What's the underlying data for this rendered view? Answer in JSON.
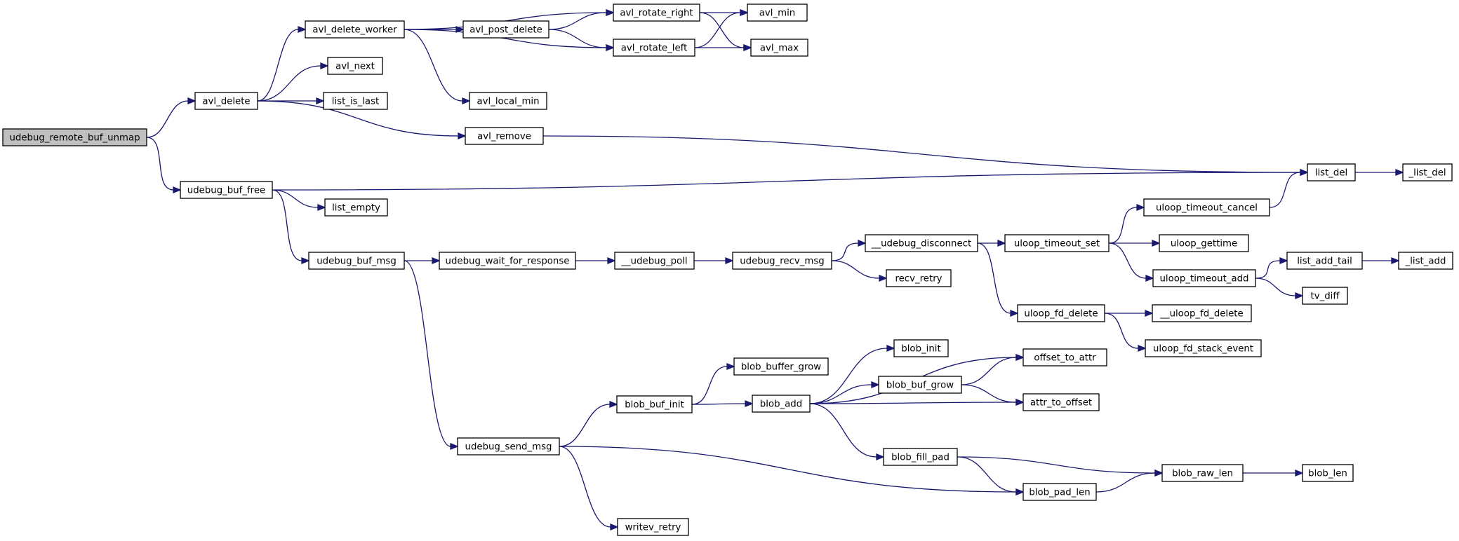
{
  "graph": {
    "root": "udebug_remote_buf_unmap",
    "colors": {
      "edge": "#191970",
      "root_fill": "#bfbfbf",
      "node_fill": "#ffffff",
      "node_stroke": "#000000"
    },
    "nodes": [
      {
        "id": "udebug_remote_buf_unmap",
        "label": "udebug_remote_buf_unmap",
        "root": true
      },
      {
        "id": "avl_delete",
        "label": "avl_delete"
      },
      {
        "id": "avl_delete_worker",
        "label": "avl_delete_worker"
      },
      {
        "id": "avl_next",
        "label": "avl_next"
      },
      {
        "id": "list_is_last",
        "label": "list_is_last"
      },
      {
        "id": "avl_remove",
        "label": "avl_remove"
      },
      {
        "id": "udebug_buf_free",
        "label": "udebug_buf_free"
      },
      {
        "id": "list_empty",
        "label": "list_empty"
      },
      {
        "id": "udebug_buf_msg",
        "label": "udebug_buf_msg"
      },
      {
        "id": "avl_post_delete",
        "label": "avl_post_delete"
      },
      {
        "id": "avl_rotate_right",
        "label": "avl_rotate_right"
      },
      {
        "id": "avl_rotate_left",
        "label": "avl_rotate_left"
      },
      {
        "id": "avl_min",
        "label": "avl_min"
      },
      {
        "id": "avl_max",
        "label": "avl_max"
      },
      {
        "id": "avl_local_min",
        "label": "avl_local_min"
      },
      {
        "id": "list_del",
        "label": "list_del"
      },
      {
        "id": "_list_del",
        "label": "_list_del"
      },
      {
        "id": "udebug_wait_for_response",
        "label": "udebug_wait_for_response"
      },
      {
        "id": "__udebug_poll",
        "label": "__udebug_poll"
      },
      {
        "id": "udebug_recv_msg",
        "label": "udebug_recv_msg"
      },
      {
        "id": "__udebug_disconnect",
        "label": "__udebug_disconnect"
      },
      {
        "id": "recv_retry",
        "label": "recv_retry"
      },
      {
        "id": "uloop_timeout_set",
        "label": "uloop_timeout_set"
      },
      {
        "id": "uloop_timeout_cancel",
        "label": "uloop_timeout_cancel"
      },
      {
        "id": "uloop_gettime",
        "label": "uloop_gettime"
      },
      {
        "id": "uloop_timeout_add",
        "label": "uloop_timeout_add"
      },
      {
        "id": "list_add_tail",
        "label": "list_add_tail"
      },
      {
        "id": "_list_add",
        "label": "_list_add"
      },
      {
        "id": "tv_diff",
        "label": "tv_diff"
      },
      {
        "id": "uloop_fd_delete",
        "label": "uloop_fd_delete"
      },
      {
        "id": "__uloop_fd_delete",
        "label": "__uloop_fd_delete"
      },
      {
        "id": "uloop_fd_stack_event",
        "label": "uloop_fd_stack_event"
      },
      {
        "id": "udebug_send_msg",
        "label": "udebug_send_msg"
      },
      {
        "id": "blob_buf_init",
        "label": "blob_buf_init"
      },
      {
        "id": "blob_buffer_grow",
        "label": "blob_buffer_grow"
      },
      {
        "id": "blob_add",
        "label": "blob_add"
      },
      {
        "id": "blob_init",
        "label": "blob_init"
      },
      {
        "id": "offset_to_attr",
        "label": "offset_to_attr"
      },
      {
        "id": "blob_buf_grow",
        "label": "blob_buf_grow"
      },
      {
        "id": "attr_to_offset",
        "label": "attr_to_offset"
      },
      {
        "id": "blob_fill_pad",
        "label": "blob_fill_pad"
      },
      {
        "id": "blob_raw_len",
        "label": "blob_raw_len"
      },
      {
        "id": "blob_len",
        "label": "blob_len"
      },
      {
        "id": "blob_pad_len",
        "label": "blob_pad_len"
      },
      {
        "id": "writev_retry",
        "label": "writev_retry"
      }
    ],
    "edges": [
      [
        "udebug_remote_buf_unmap",
        "avl_delete"
      ],
      [
        "udebug_remote_buf_unmap",
        "udebug_buf_free"
      ],
      [
        "avl_delete",
        "avl_delete_worker"
      ],
      [
        "avl_delete",
        "avl_next"
      ],
      [
        "avl_delete",
        "list_is_last"
      ],
      [
        "avl_delete",
        "avl_remove"
      ],
      [
        "avl_delete_worker",
        "avl_post_delete"
      ],
      [
        "avl_delete_worker",
        "avl_rotate_right"
      ],
      [
        "avl_delete_worker",
        "avl_rotate_left"
      ],
      [
        "avl_delete_worker",
        "avl_local_min"
      ],
      [
        "avl_post_delete",
        "avl_rotate_right"
      ],
      [
        "avl_post_delete",
        "avl_rotate_left"
      ],
      [
        "avl_rotate_right",
        "avl_min"
      ],
      [
        "avl_rotate_right",
        "avl_max"
      ],
      [
        "avl_rotate_left",
        "avl_min"
      ],
      [
        "avl_rotate_left",
        "avl_max"
      ],
      [
        "avl_remove",
        "list_del"
      ],
      [
        "list_del",
        "_list_del"
      ],
      [
        "udebug_buf_free",
        "list_del"
      ],
      [
        "udebug_buf_free",
        "list_empty"
      ],
      [
        "udebug_buf_free",
        "udebug_buf_msg"
      ],
      [
        "udebug_buf_msg",
        "udebug_wait_for_response"
      ],
      [
        "udebug_buf_msg",
        "udebug_send_msg"
      ],
      [
        "udebug_wait_for_response",
        "__udebug_poll"
      ],
      [
        "__udebug_poll",
        "udebug_recv_msg"
      ],
      [
        "udebug_recv_msg",
        "__udebug_disconnect"
      ],
      [
        "udebug_recv_msg",
        "recv_retry"
      ],
      [
        "__udebug_disconnect",
        "uloop_timeout_set"
      ],
      [
        "__udebug_disconnect",
        "uloop_fd_delete"
      ],
      [
        "uloop_timeout_set",
        "uloop_timeout_cancel"
      ],
      [
        "uloop_timeout_set",
        "uloop_gettime"
      ],
      [
        "uloop_timeout_set",
        "uloop_timeout_add"
      ],
      [
        "uloop_timeout_cancel",
        "list_del"
      ],
      [
        "uloop_timeout_add",
        "list_add_tail"
      ],
      [
        "uloop_timeout_add",
        "tv_diff"
      ],
      [
        "list_add_tail",
        "_list_add"
      ],
      [
        "uloop_fd_delete",
        "__uloop_fd_delete"
      ],
      [
        "uloop_fd_delete",
        "uloop_fd_stack_event"
      ],
      [
        "udebug_send_msg",
        "blob_buf_init"
      ],
      [
        "udebug_send_msg",
        "blob_pad_len"
      ],
      [
        "udebug_send_msg",
        "writev_retry"
      ],
      [
        "blob_buf_init",
        "blob_buffer_grow"
      ],
      [
        "blob_buf_init",
        "blob_add"
      ],
      [
        "blob_add",
        "blob_init"
      ],
      [
        "blob_add",
        "offset_to_attr"
      ],
      [
        "blob_add",
        "blob_buf_grow"
      ],
      [
        "blob_add",
        "attr_to_offset"
      ],
      [
        "blob_add",
        "blob_fill_pad"
      ],
      [
        "blob_buf_grow",
        "offset_to_attr"
      ],
      [
        "blob_buf_grow",
        "attr_to_offset"
      ],
      [
        "blob_fill_pad",
        "blob_raw_len"
      ],
      [
        "blob_fill_pad",
        "blob_pad_len"
      ],
      [
        "blob_pad_len",
        "blob_raw_len"
      ],
      [
        "blob_raw_len",
        "blob_len"
      ]
    ]
  }
}
